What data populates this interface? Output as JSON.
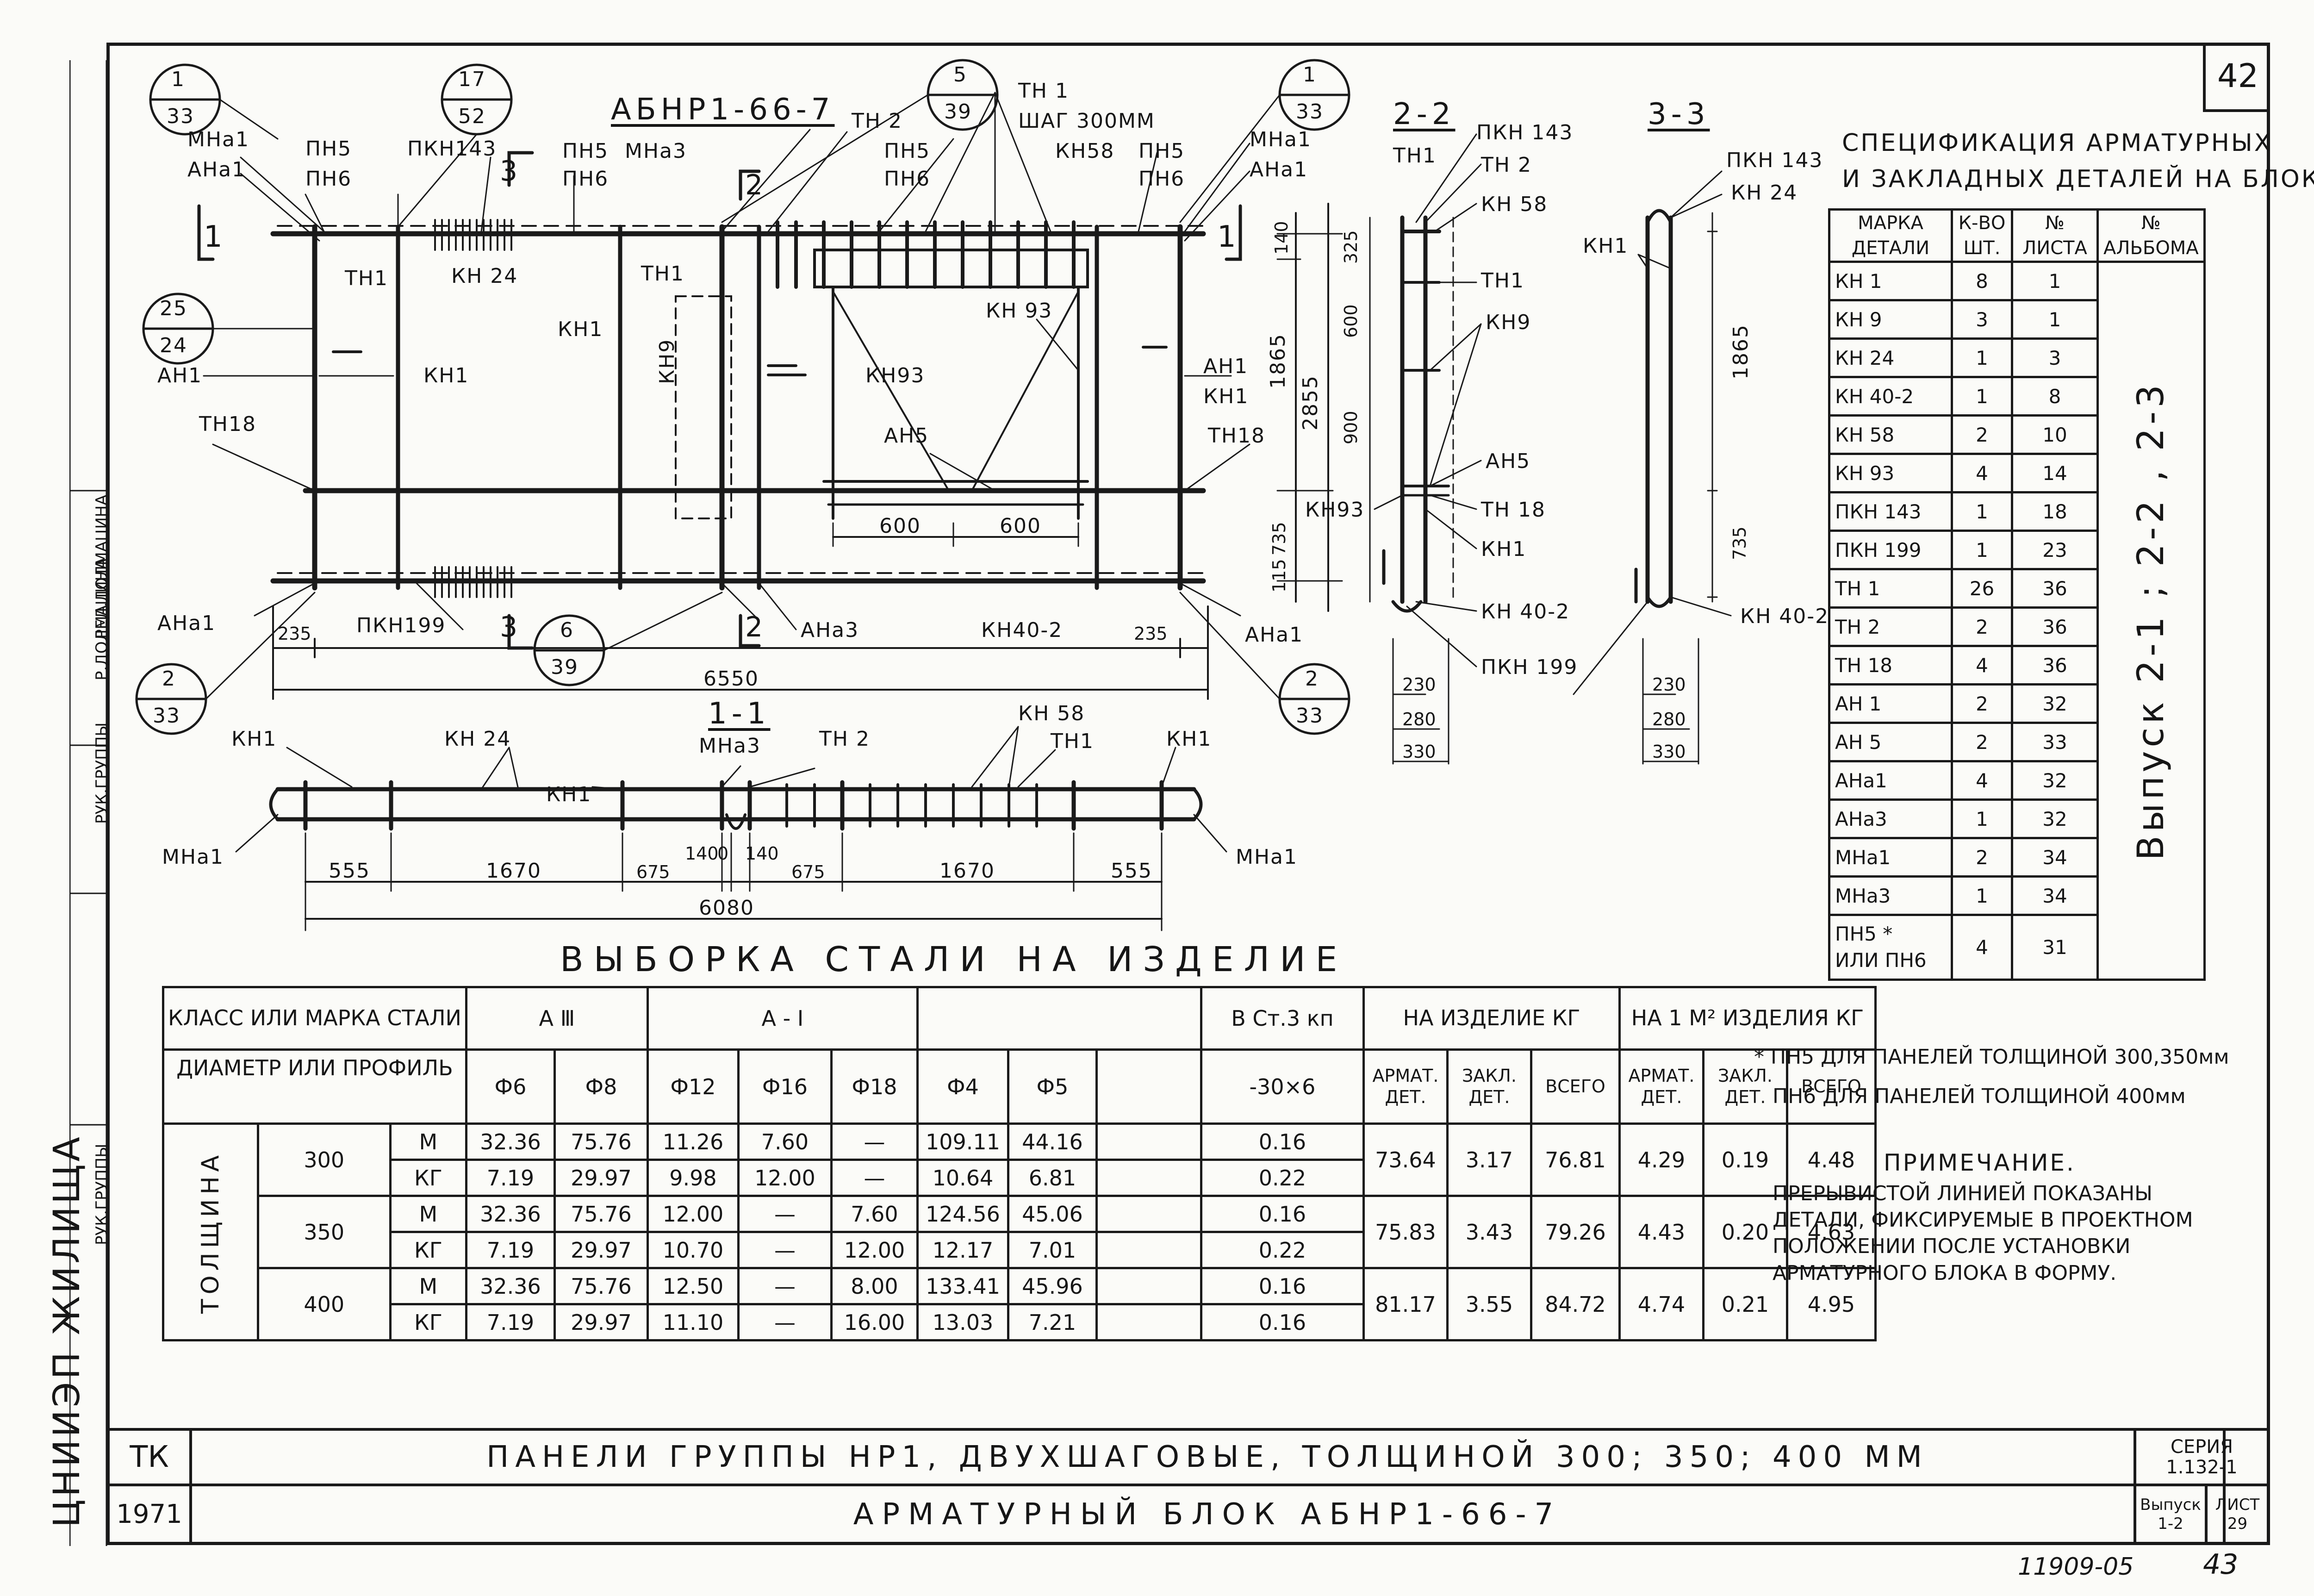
{
  "sheet_number": "42",
  "side_stamp": {
    "org": "ЦНИИЭП ЖИЛИЩА",
    "roles": [
      "РУК.ГРУППЫ",
      "РУК.ГРУППЫ",
      "Р.ДОЛМАЦИНА",
      "РЕД.ДОЛМАЦИНА"
    ]
  },
  "drawing": {
    "block_title": "АБНР1-66-7",
    "section_22": "2-2",
    "section_33": "3-3",
    "section_11": "1-1",
    "bubbles": [
      {
        "top": "1",
        "bottom": "33"
      },
      {
        "top": "17",
        "bottom": "52"
      },
      {
        "top": "5",
        "bottom": "39"
      },
      {
        "top": "1",
        "bottom": "33"
      },
      {
        "top": "25",
        "bottom": "24"
      },
      {
        "top": "2",
        "bottom": "33"
      },
      {
        "top": "6",
        "bottom": "39"
      },
      {
        "top": "2",
        "bottom": "33"
      }
    ],
    "labels_elevation": {
      "mna1_l": "МНа1",
      "ana1_l": "АНа1",
      "pn5_1": "ПН5",
      "pn6_1": "ПН6",
      "pkn143": "ПКН143",
      "mark_3a": "3",
      "pn5_2": "ПН5",
      "pn6_2": "ПН6",
      "mna3": "МНа3",
      "mark_2a": "2",
      "tn2": "ТН 2",
      "pn5_3": "ПН5",
      "pn6_3": "ПН6",
      "tn1": "ТН 1",
      "shag": "ШАГ 300ММ",
      "kn58": "КН58",
      "pn5_4": "ПН5",
      "pn6_4": "ПН6",
      "mna1_r": "МНа1",
      "ana1_r": "АНа1",
      "mark_1l": "1",
      "mark_1r": "1",
      "tn1_a": "ТН1",
      "kn24": "КН 24",
      "tn1_b": "ТН1",
      "kn1_a": "КН1",
      "kn93_a": "КН 93",
      "an1_l": "АН1",
      "kn1_b": "КН1",
      "kn9": "КН9",
      "kn93_b": "КН93",
      "an1_r": "АН1",
      "kn1_r": "КН1",
      "tn18_l": "ТН18",
      "tn18_r": "ТН18",
      "an5": "АН5",
      "dim_600a": "600",
      "dim_600b": "600",
      "ana1_bl": "АНа1",
      "dim_235l": "235",
      "pkn199": "ПКН199",
      "mark_3b": "3",
      "mark_2b": "2",
      "ana3": "АНа3",
      "kn402": "КН40-2",
      "dim_235r": "235",
      "ana1_br": "АНа1",
      "dim_6550": "6550",
      "dim_140": "140",
      "dim_1865": "1865",
      "dim_2855": "2855",
      "dim_735": "735",
      "dim_115": "115"
    },
    "labels_section22": {
      "pkn143": "ПКН 143",
      "tn1": "ТН1",
      "tn2": "ТН 2",
      "kn58": "КН 58",
      "tn1b": "ТН1",
      "kn9": "КН9",
      "an5": "АН5",
      "kn93": "КН93",
      "tn18": "ТН 18",
      "kn1": "КН1",
      "kn402": "КН 40-2",
      "pkn199": "ПКН 199",
      "d325": "325",
      "d600": "600",
      "d900": "900",
      "d230": "230",
      "d280": "280",
      "d330": "330"
    },
    "labels_section33": {
      "pkn143": "ПКН 143",
      "kn24": "КН 24",
      "kn1": "КН1",
      "kn402": "КН 40-2",
      "d1865": "1865",
      "d735": "735",
      "d230": "230",
      "d280": "280",
      "d330": "330"
    },
    "labels_section11": {
      "kn1_l": "КН1",
      "kn24": "КН 24",
      "mna3": "МНа3",
      "tn2": "ТН 2",
      "kn58": "КН 58",
      "tn1": "ТН1",
      "kn1_r": "КН1",
      "kn1_m": "КН1",
      "mna1_l": "МНа1",
      "mna1_r": "МНа1",
      "d555a": "555",
      "d1670a": "1670",
      "d675a": "675",
      "d140a": "140",
      "d0": "0",
      "d140b": "140",
      "d675b": "675",
      "d1670b": "1670",
      "d555b": "555",
      "d6080": "6080"
    }
  },
  "spec": {
    "title_line1": "СПЕЦИФИКАЦИЯ АРМАТУРНЫХ",
    "title_line2": "И ЗАКЛАДНЫХ ДЕТАЛЕЙ НА БЛОК",
    "headers": [
      {
        "l1": "МАРКА",
        "l2": "ДЕТАЛИ"
      },
      {
        "l1": "К-ВО",
        "l2": "ШТ."
      },
      {
        "l1": "№",
        "l2": "ЛИСТА"
      },
      {
        "l1": "№",
        "l2": "АЛЬБОМА"
      }
    ],
    "rows": [
      {
        "mark": "КН 1",
        "qty": "8",
        "sheet": "1"
      },
      {
        "mark": "КН 9",
        "qty": "3",
        "sheet": "1"
      },
      {
        "mark": "КН 24",
        "qty": "1",
        "sheet": "3"
      },
      {
        "mark": "КН 40-2",
        "qty": "1",
        "sheet": "8"
      },
      {
        "mark": "КН 58",
        "qty": "2",
        "sheet": "10"
      },
      {
        "mark": "КН 93",
        "qty": "4",
        "sheet": "14"
      },
      {
        "mark": "ПКН 143",
        "qty": "1",
        "sheet": "18"
      },
      {
        "mark": "ПКН 199",
        "qty": "1",
        "sheet": "23"
      },
      {
        "mark": "ТН 1",
        "qty": "26",
        "sheet": "36"
      },
      {
        "mark": "ТН 2",
        "qty": "2",
        "sheet": "36"
      },
      {
        "mark": "ТН 18",
        "qty": "4",
        "sheet": "36"
      },
      {
        "mark": "АН 1",
        "qty": "2",
        "sheet": "32"
      },
      {
        "mark": "АН 5",
        "qty": "2",
        "sheet": "33"
      },
      {
        "mark": "АНа1",
        "qty": "4",
        "sheet": "32"
      },
      {
        "mark": "АНа3",
        "qty": "1",
        "sheet": "32"
      },
      {
        "mark": "МНа1",
        "qty": "2",
        "sheet": "34"
      },
      {
        "mark": "МНа3",
        "qty": "1",
        "sheet": "34"
      }
    ],
    "last_row": {
      "mark1": "ПН5 *",
      "mark2": "ИЛИ ПН6",
      "qty": "4",
      "sheet": "31"
    },
    "album": "Выпуск 2-1 ; 2-2 , 2-3"
  },
  "steel": {
    "title": "ВЫБОРКА СТАЛИ НА ИЗДЕЛИЕ",
    "h_class": "КЛАСС ИЛИ МАРКА СТАЛИ",
    "h_a3": "А Ⅲ",
    "h_a1": "А - Ⅰ",
    "h_bst": "В Ст.3 кп",
    "h_product": "НА ИЗДЕЛИЕ КГ",
    "h_m2": "НА 1 М² ИЗДЕЛИЯ КГ",
    "h_diam": "ДИАМЕТР ИЛИ ПРОФИЛЬ",
    "diams": [
      "Ф6",
      "Ф8",
      "Ф12",
      "Ф16",
      "Ф18",
      "Ф4",
      "Ф5",
      "",
      "-30×6"
    ],
    "sub_headers": {
      "arm1": "АРМАТ.",
      "arm2": "ДЕТ.",
      "zak1": "ЗАКЛ.",
      "zak2": "ДЕТ.",
      "total": "ВСЕГО"
    },
    "thickness_label": "ТОЛЩИНА",
    "groups": [
      {
        "t": "300",
        "m": [
          "32.36",
          "75.76",
          "11.26",
          "7.60",
          "—",
          "109.11",
          "44.16",
          "",
          "0.16"
        ],
        "kg": [
          "7.19",
          "29.97",
          "9.98",
          "12.00",
          "—",
          "10.64",
          "6.81",
          "",
          "0.22"
        ],
        "prod": [
          "73.64",
          "3.17",
          "76.81"
        ],
        "m2": [
          "4.29",
          "0.19",
          "4.48"
        ]
      },
      {
        "t": "350",
        "m": [
          "32.36",
          "75.76",
          "12.00",
          "—",
          "7.60",
          "124.56",
          "45.06",
          "",
          "0.16"
        ],
        "kg": [
          "7.19",
          "29.97",
          "10.70",
          "—",
          "12.00",
          "12.17",
          "7.01",
          "",
          "0.22"
        ],
        "prod": [
          "75.83",
          "3.43",
          "79.26"
        ],
        "m2": [
          "4.43",
          "0.20",
          "4.63"
        ]
      },
      {
        "t": "400",
        "m": [
          "32.36",
          "75.76",
          "12.50",
          "—",
          "8.00",
          "133.41",
          "45.96",
          "",
          "0.16"
        ],
        "kg": [
          "7.19",
          "29.97",
          "11.10",
          "—",
          "16.00",
          "13.03",
          "7.21",
          "",
          "0.16"
        ],
        "prod": [
          "81.17",
          "3.55",
          "84.72"
        ],
        "m2": [
          "4.74",
          "0.21",
          "4.95"
        ]
      }
    ],
    "unit_m": "М",
    "unit_kg": "КГ"
  },
  "notes": {
    "star1": "* ПН5 ДЛЯ ПАНЕЛЕЙ ТОЛЩИНОЙ 300,350мм",
    "star2": "ПН6 ДЛЯ ПАНЕЛЕЙ ТОЛЩИНОЙ 400мм",
    "title": "ПРИМЕЧАНИЕ.",
    "lines": [
      "ПРЕРЫВИСТОЙ ЛИНИЕЙ ПОКАЗАНЫ",
      "ДЕТАЛИ, ФИКСИРУЕМЫЕ В ПРОЕКТНОМ",
      "ПОЛОЖЕНИИ ПОСЛЕ УСТАНОВКИ",
      "АРМАТУРНОГО БЛОКА В ФОРМУ."
    ]
  },
  "title_block": {
    "code": "ТК",
    "year": "1971",
    "line1": "ПАНЕЛИ ГРУППЫ НР1, ДВУХШАГОВЫЕ, ТОЛЩИНОЙ 300; 350; 400 ММ",
    "line2": "АРМАТУРНЫЙ БЛОК АБНР1-66-7",
    "series_label": "СЕРИЯ",
    "series": "1.132-1",
    "vyp_label": "Выпуск",
    "vyp": "1-2",
    "list_label": "ЛИСТ",
    "list": "29"
  },
  "under_marks": {
    "code": "11909-05",
    "page": "43"
  }
}
